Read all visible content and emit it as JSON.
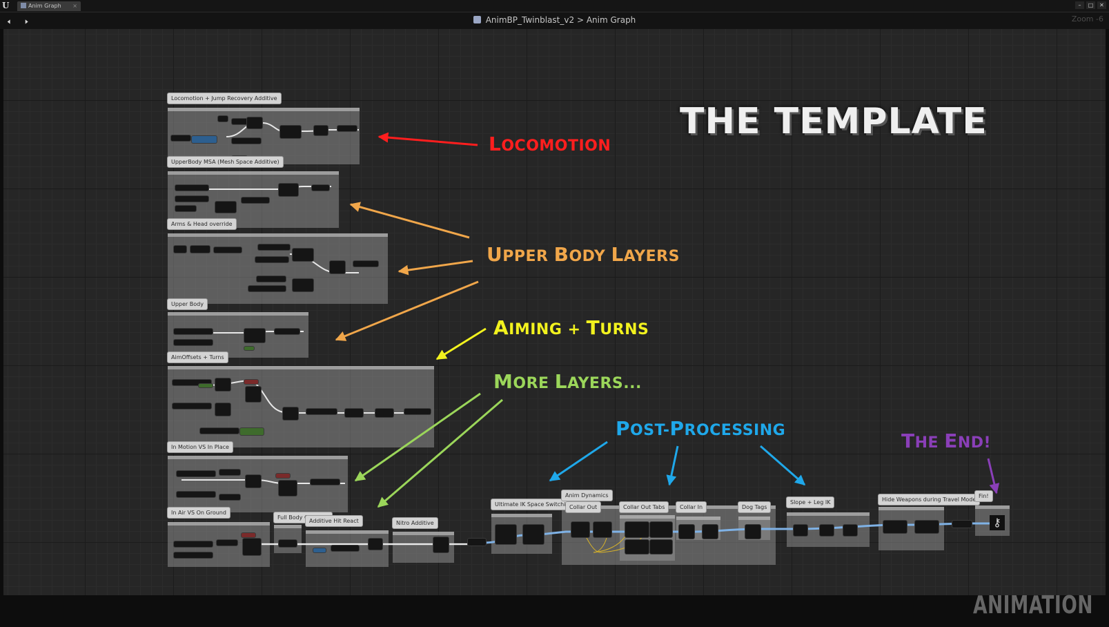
{
  "window": {
    "tab_title": "Anim Graph",
    "app_logo": "U",
    "controls": [
      "–",
      "□",
      "✕"
    ]
  },
  "toolbar": {
    "back_icon": "arrow-left-icon",
    "forward_icon": "arrow-right-icon",
    "breadcrumb": {
      "blueprint": "AnimBP_Twinblast_v2",
      "separator": ">",
      "graph": "Anim Graph"
    },
    "zoom": "Zoom -6"
  },
  "comments": [
    "Locomotion + Jump Recovery Additive",
    "UpperBody MSA (Mesh Space Additive)",
    "Arms & Head override",
    "Upper Body",
    "AimOffsets + Turns",
    "In Motion VS In Place",
    "In Air VS On Ground",
    "Full Body Override",
    "Additive Hit React",
    "Nitro Additive",
    "Ultimate IK Space Switching",
    "Anim Dynamics",
    "Collar Out",
    "Collar Out Tabs",
    "Collar In",
    "Dog Tags",
    "Slope + Leg IK",
    "Hide Weapons during Travel Mode",
    "Fin!"
  ],
  "annotations": {
    "title": "THE TEMPLATE",
    "locomotion": {
      "first": "L",
      "rest": "OCOMOTION",
      "color": "#ff1e1e"
    },
    "upper_body": {
      "p1": "U",
      "p2": "PPER ",
      "p3": "B",
      "p4": "ODY ",
      "p5": "L",
      "p6": "AYERS",
      "color": "#f0a64a"
    },
    "aiming": {
      "p1": "A",
      "p2": "IMING + ",
      "p3": "T",
      "p4": "URNS",
      "color": "#f2f21e"
    },
    "more_layers": {
      "p1": "M",
      "p2": "ORE ",
      "p3": "L",
      "p4": "AYERS...",
      "color": "#9bd65a"
    },
    "post_processing": {
      "p1": "P",
      "p2": "OST-",
      "p3": "P",
      "p4": "ROCESSING",
      "color": "#1fa8ea"
    },
    "the_end": {
      "p1": "T",
      "p2": "HE ",
      "p3": "E",
      "p4": "ND!",
      "color": "#8a3fb8"
    },
    "watermark": "ANIMATION"
  }
}
